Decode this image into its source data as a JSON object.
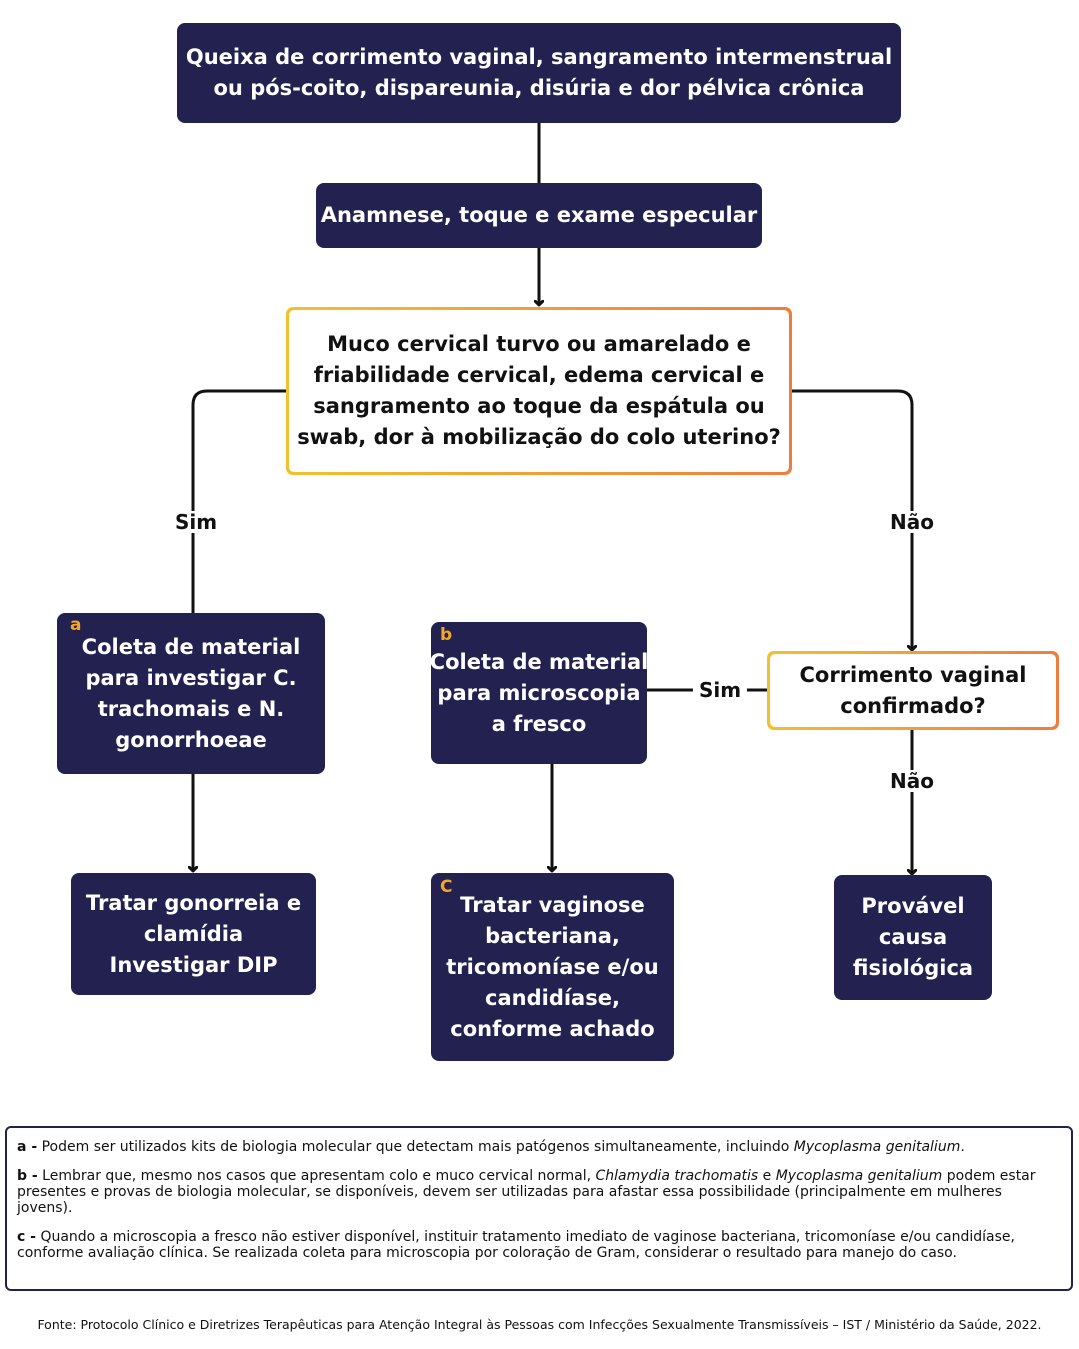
{
  "nodes": {
    "start": [
      "Queixa de corrimento vaginal, sangramento intermenstrual",
      "ou pós-coito, dispareunia, disúria e dor pélvica crônica"
    ],
    "exam": [
      "Anamnese, toque e exame especular"
    ],
    "decision1": [
      "Muco cervical turvo ou amarelado e",
      "friabilidade cervical, edema cervical e",
      "sangramento ao toque da espátula ou",
      "swab, dor à mobilização do colo uterino?"
    ],
    "collect_ct_ng": [
      "Coleta de material",
      "para investigar C.",
      "trachomais e N.",
      "gonorrhoeae"
    ],
    "collect_micro": [
      "Coleta de material",
      "para microscopia",
      "a fresco"
    ],
    "decision2": [
      "Corrimento vaginal",
      "confirmado?"
    ],
    "treat_gono": [
      "Tratar gonorreia e",
      "clamídia",
      "Investigar DIP"
    ],
    "treat_vagin": [
      "Tratar vaginose",
      "bacteriana,",
      "tricomoníase e/ou",
      "candidíase,",
      "conforme achado"
    ],
    "physio": [
      "Provável",
      "causa",
      "fisiológica"
    ]
  },
  "tags": {
    "a": "a",
    "b": "b",
    "c": "C"
  },
  "edge_labels": {
    "sim_left": "Sim",
    "nao_right": "Não",
    "sim_mid": "Sim",
    "nao_bottom": "Não"
  },
  "notes": {
    "a": {
      "key": "a -",
      "text1": "Podem ser utilizados kits de biologia molecular que detectam mais patógenos simultaneamente, incluindo ",
      "em1": "Mycoplasma genitalium",
      "text2": "."
    },
    "b": {
      "key": "b -",
      "text1": "Lembrar que, mesmo nos casos que apresentam colo e muco cervical normal, ",
      "em1": "Chlamydia trachomatis",
      "text2": " e ",
      "em2": "Mycoplasma genitalium",
      "text3": " podem estar presentes e provas de biologia molecular, se disponíveis, devem ser utilizadas para afastar essa possibilidade (principalmente em mulheres jovens)."
    },
    "c": {
      "key": "c -",
      "text1": "Quando a microscopia a fresco não estiver disponível, instituir tratamento imediato de vaginose bacteriana, tricomoníase e/ou candidíase, conforme avaliação clínica. Se realizada coleta para microscopia por coloração de Gram, considerar o resultado para manejo do caso."
    }
  },
  "source": "Fonte: Protocolo Clínico e Diretrizes Terapêuticas para Atenção Integral às Pessoas com Infecções Sexualmente Transmissíveis – IST / Ministério da Saúde, 2022.",
  "colors": {
    "box": "#23214f",
    "tag": "#f5a623",
    "gradient_start": "#f2c12e",
    "gradient_end": "#ee7d3c",
    "line": "#111111"
  }
}
